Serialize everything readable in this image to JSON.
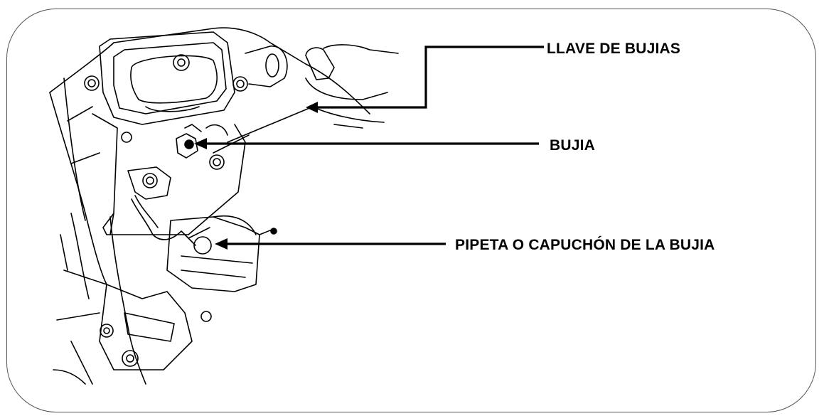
{
  "labels": {
    "llave": "LLAVE DE BUJIAS",
    "bujia": "BUJIA",
    "pipeta": "PIPETA O CAPUCHÓN DE LA BUJIA"
  },
  "colors": {
    "line": "#000000",
    "frame": "#555555",
    "background": "#ffffff"
  }
}
